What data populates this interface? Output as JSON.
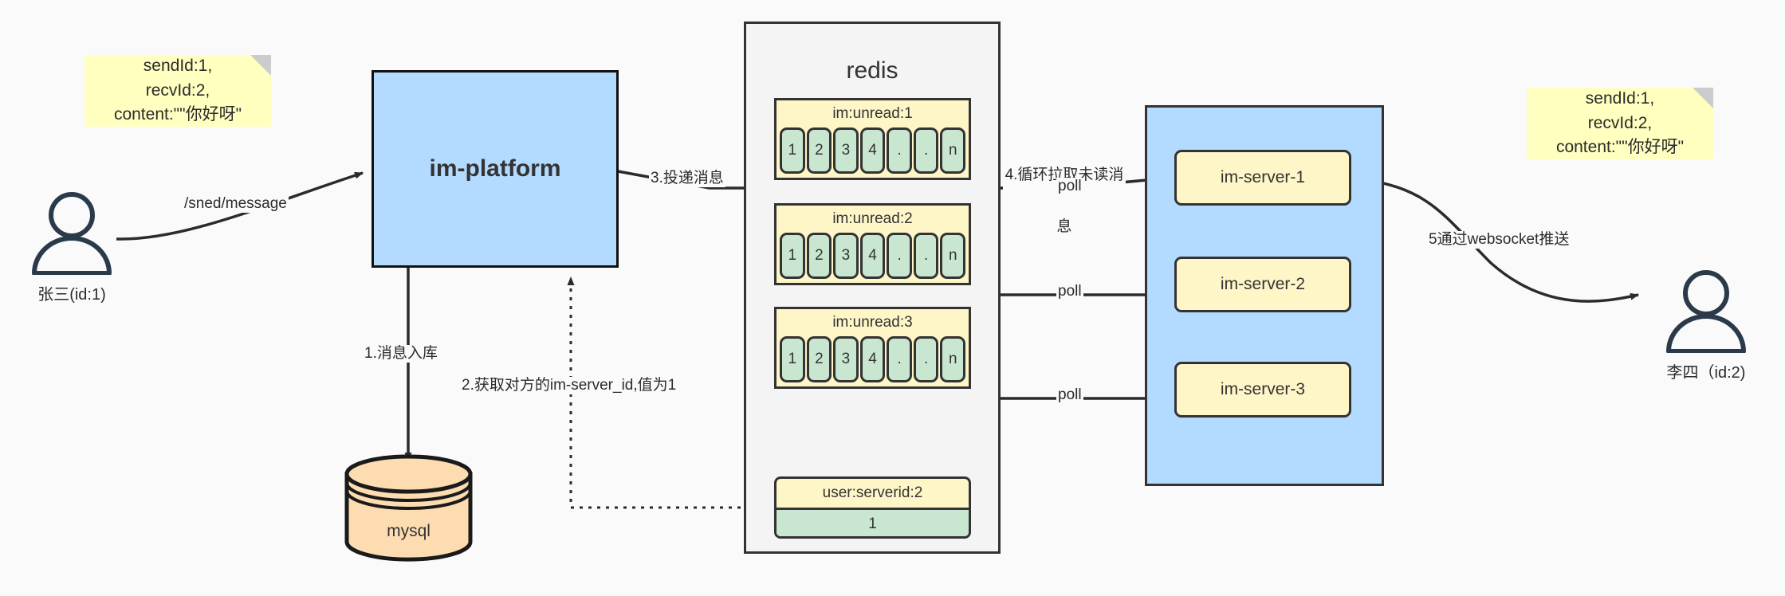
{
  "diagram": {
    "title": "IM message delivery architecture",
    "colors": {
      "background": "#fafafa",
      "sticky": "#ffffc0",
      "process_blue": "#b3daff",
      "queue_yellow": "#fff6c8",
      "cell_green": "#c9e7d0",
      "db_orange": "#fcdcb0",
      "stroke": "#333333",
      "text": "#2b2b2b"
    }
  },
  "notes": [
    {
      "id": "note-left",
      "lines": [
        "sendId:1,",
        "recvId:2,",
        "content:\"\"你好呀\""
      ]
    },
    {
      "id": "note-right",
      "lines": [
        "sendId:1,",
        "recvId:2,",
        "content:\"\"你好呀\""
      ]
    }
  ],
  "actors": [
    {
      "id": "actor-sender",
      "label": "张三(id:1)"
    },
    {
      "id": "actor-receiver",
      "label": "李四（id:2)"
    }
  ],
  "platform": {
    "label": "im-platform"
  },
  "database": {
    "label": "mysql"
  },
  "redis": {
    "title": "redis",
    "queues": [
      {
        "key": "im:unread:1",
        "cells": [
          "1",
          "2",
          "3",
          "4",
          ".",
          ".",
          "n"
        ]
      },
      {
        "key": "im:unread:2",
        "cells": [
          "1",
          "2",
          "3",
          "4",
          ".",
          ".",
          "n"
        ]
      },
      {
        "key": "im:unread:3",
        "cells": [
          "1",
          "2",
          "3",
          "4",
          ".",
          ".",
          "n"
        ]
      }
    ],
    "kv": {
      "key": "user:serverid:2",
      "value": "1"
    }
  },
  "cluster": {
    "servers": [
      {
        "label": "im-server-1"
      },
      {
        "label": "im-server-2"
      },
      {
        "label": "im-server-3"
      }
    ]
  },
  "edge_labels": {
    "send_message": "/sned/message",
    "step1": "1.消息入库",
    "step2": "2.获取对方的im-server_id,值为1",
    "step3": "3.投递消息",
    "step4_line1": "4.循环拉取未读消",
    "step4_line2": "息",
    "poll1": "poll",
    "poll2": "poll",
    "poll3": "poll",
    "step5": "5通过websocket推送"
  }
}
